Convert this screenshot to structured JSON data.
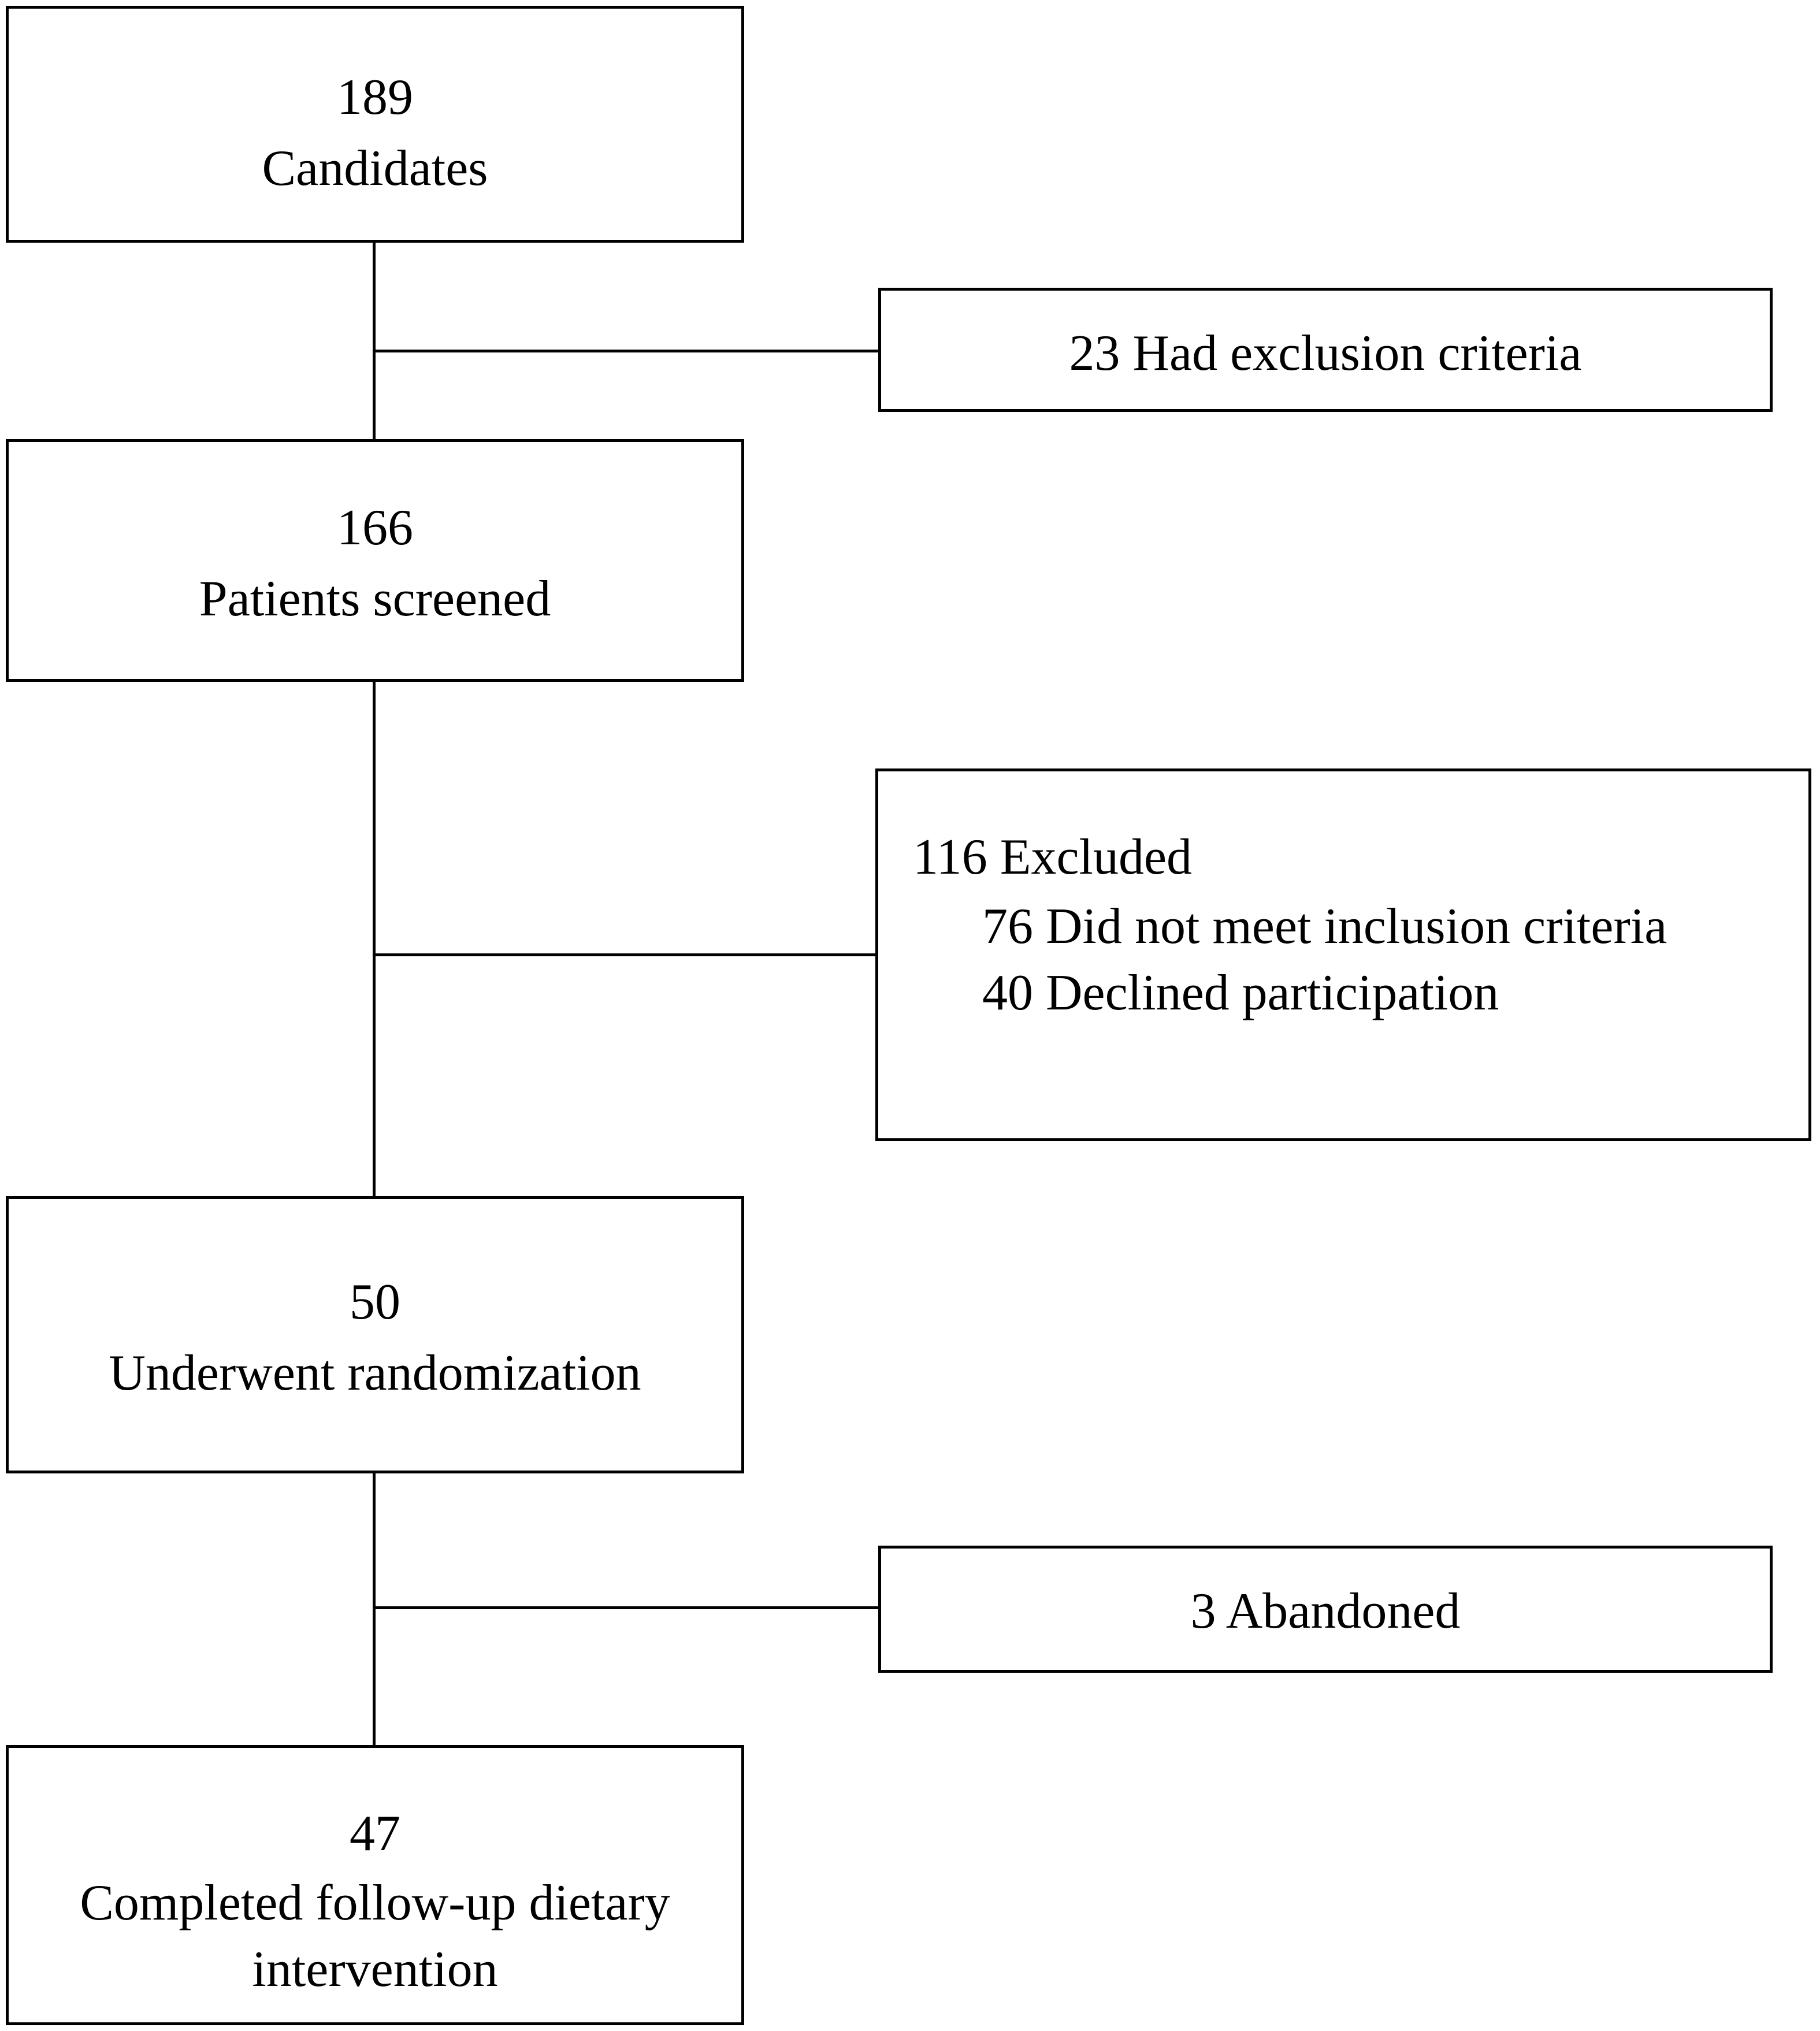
{
  "boxes": {
    "candidates": {
      "count": "189",
      "label": "Candidates"
    },
    "exclusion": {
      "text": "23 Had exclusion  criteria"
    },
    "screened": {
      "count": "166",
      "label": "Patients  screened"
    },
    "excluded": {
      "title": "116 Excluded",
      "items": [
        "76 Did not meet  inclusion  criteria",
        "40 Declined  participation"
      ]
    },
    "randomized": {
      "count": "50",
      "label": "Underwent  randomization"
    },
    "abandoned": {
      "text": "3 Abandoned"
    },
    "completed": {
      "count": "47",
      "label_line1": "Completed  follow-up  dietary",
      "label_line2": "intervention"
    }
  }
}
